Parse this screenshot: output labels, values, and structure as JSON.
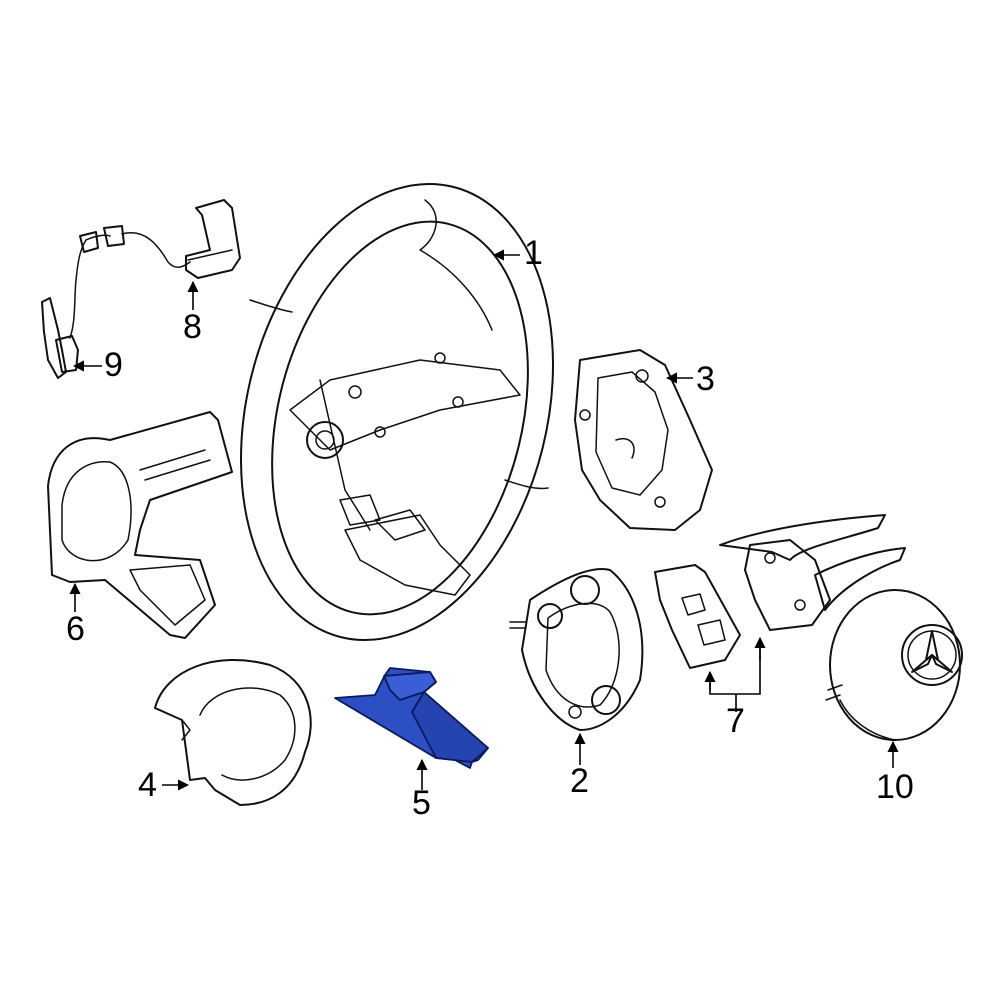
{
  "diagram": {
    "highlight_color": "#2d4fc4",
    "line_color": "#111111",
    "callouts": [
      {
        "id": "1",
        "label": "1"
      },
      {
        "id": "2",
        "label": "2"
      },
      {
        "id": "3",
        "label": "3"
      },
      {
        "id": "4",
        "label": "4"
      },
      {
        "id": "5",
        "label": "5"
      },
      {
        "id": "6",
        "label": "6"
      },
      {
        "id": "7",
        "label": "7"
      },
      {
        "id": "8",
        "label": "8"
      },
      {
        "id": "9",
        "label": "9"
      },
      {
        "id": "10",
        "label": "10"
      }
    ],
    "highlighted_part": "5"
  }
}
